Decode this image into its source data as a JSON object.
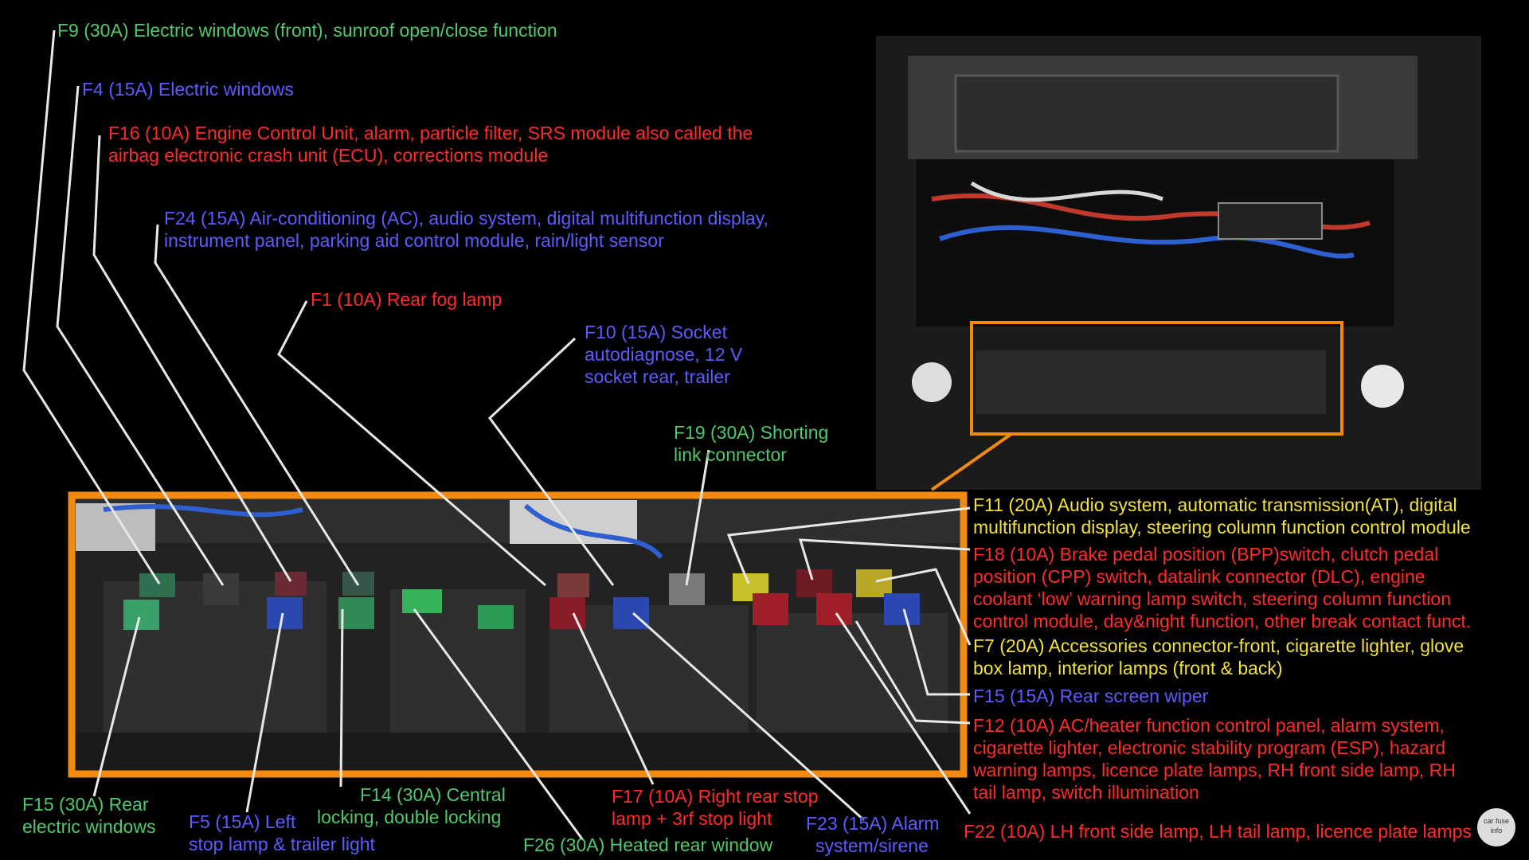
{
  "colors": {
    "green": "#52c86a",
    "blue": "#5b5cff",
    "red": "#ff2a2a",
    "yellow": "#f2e23a",
    "frame": "#f28a12",
    "leader": "#e8e8e8"
  },
  "labels": {
    "f9": [
      "F9 (30A) Electric windows (front), sunroof open/close function"
    ],
    "f4": [
      "F4 (15A) Electric windows"
    ],
    "f16": [
      "F16 (10A) Engine Control Unit, alarm, particle filter, SRS module also called the",
      "airbag electronic crash unit (ECU), corrections module"
    ],
    "f24": [
      "F24 (15A) Air-conditioning (AC), audio system, digital multifunction display,",
      "instrument panel, parking aid control module, rain/light sensor"
    ],
    "f1": [
      "F1 (10A) Rear fog lamp"
    ],
    "f10": [
      "F10 (15A) Socket",
      "autodiagnose, 12 V",
      "socket rear, trailer"
    ],
    "f19": [
      "F19 (30A) Shorting",
      "link connector"
    ],
    "f11": [
      "F11 (20A) Audio system, automatic transmission(AT), digital",
      "multifunction display, steering column function control module"
    ],
    "f18": [
      "F18 (10A) Brake pedal position (BPP)switch, clutch pedal",
      "position (CPP) switch, datalink connector (DLC), engine",
      "coolant ‘low’ warning lamp switch, steering column function",
      "control module, day&night function, other break contact funct."
    ],
    "f7": [
      "F7 (20A) Accessories connector-front, cigarette lighter, glove",
      "box lamp, interior lamps (front & back)"
    ],
    "f15r": [
      "F15 (15A) Rear screen wiper"
    ],
    "f12": [
      "F12 (10A) AC/heater function control panel, alarm system,",
      "cigarette lighter, electronic stability program (ESP), hazard",
      "warning lamps, licence plate lamps, RH front side lamp, RH",
      "tail lamp, switch illumination"
    ],
    "f22": [
      "F22 (10A) LH front side lamp, LH tail lamp, licence plate lamps"
    ],
    "f15": [
      "F15 (30A) Rear",
      "electric windows"
    ],
    "f5": [
      "F5 (15A) Left",
      "stop lamp & trailer light"
    ],
    "f14": [
      "F14 (30A) Central",
      "locking, double locking"
    ],
    "f26": [
      "F26 (30A) Heated rear window"
    ],
    "f17": [
      "F17 (10A) Right rear stop",
      "lamp + 3rf stop light"
    ],
    "f23": [
      "F23 (15A) Alarm",
      "system/sirene"
    ]
  },
  "watermark": "car fuse info"
}
